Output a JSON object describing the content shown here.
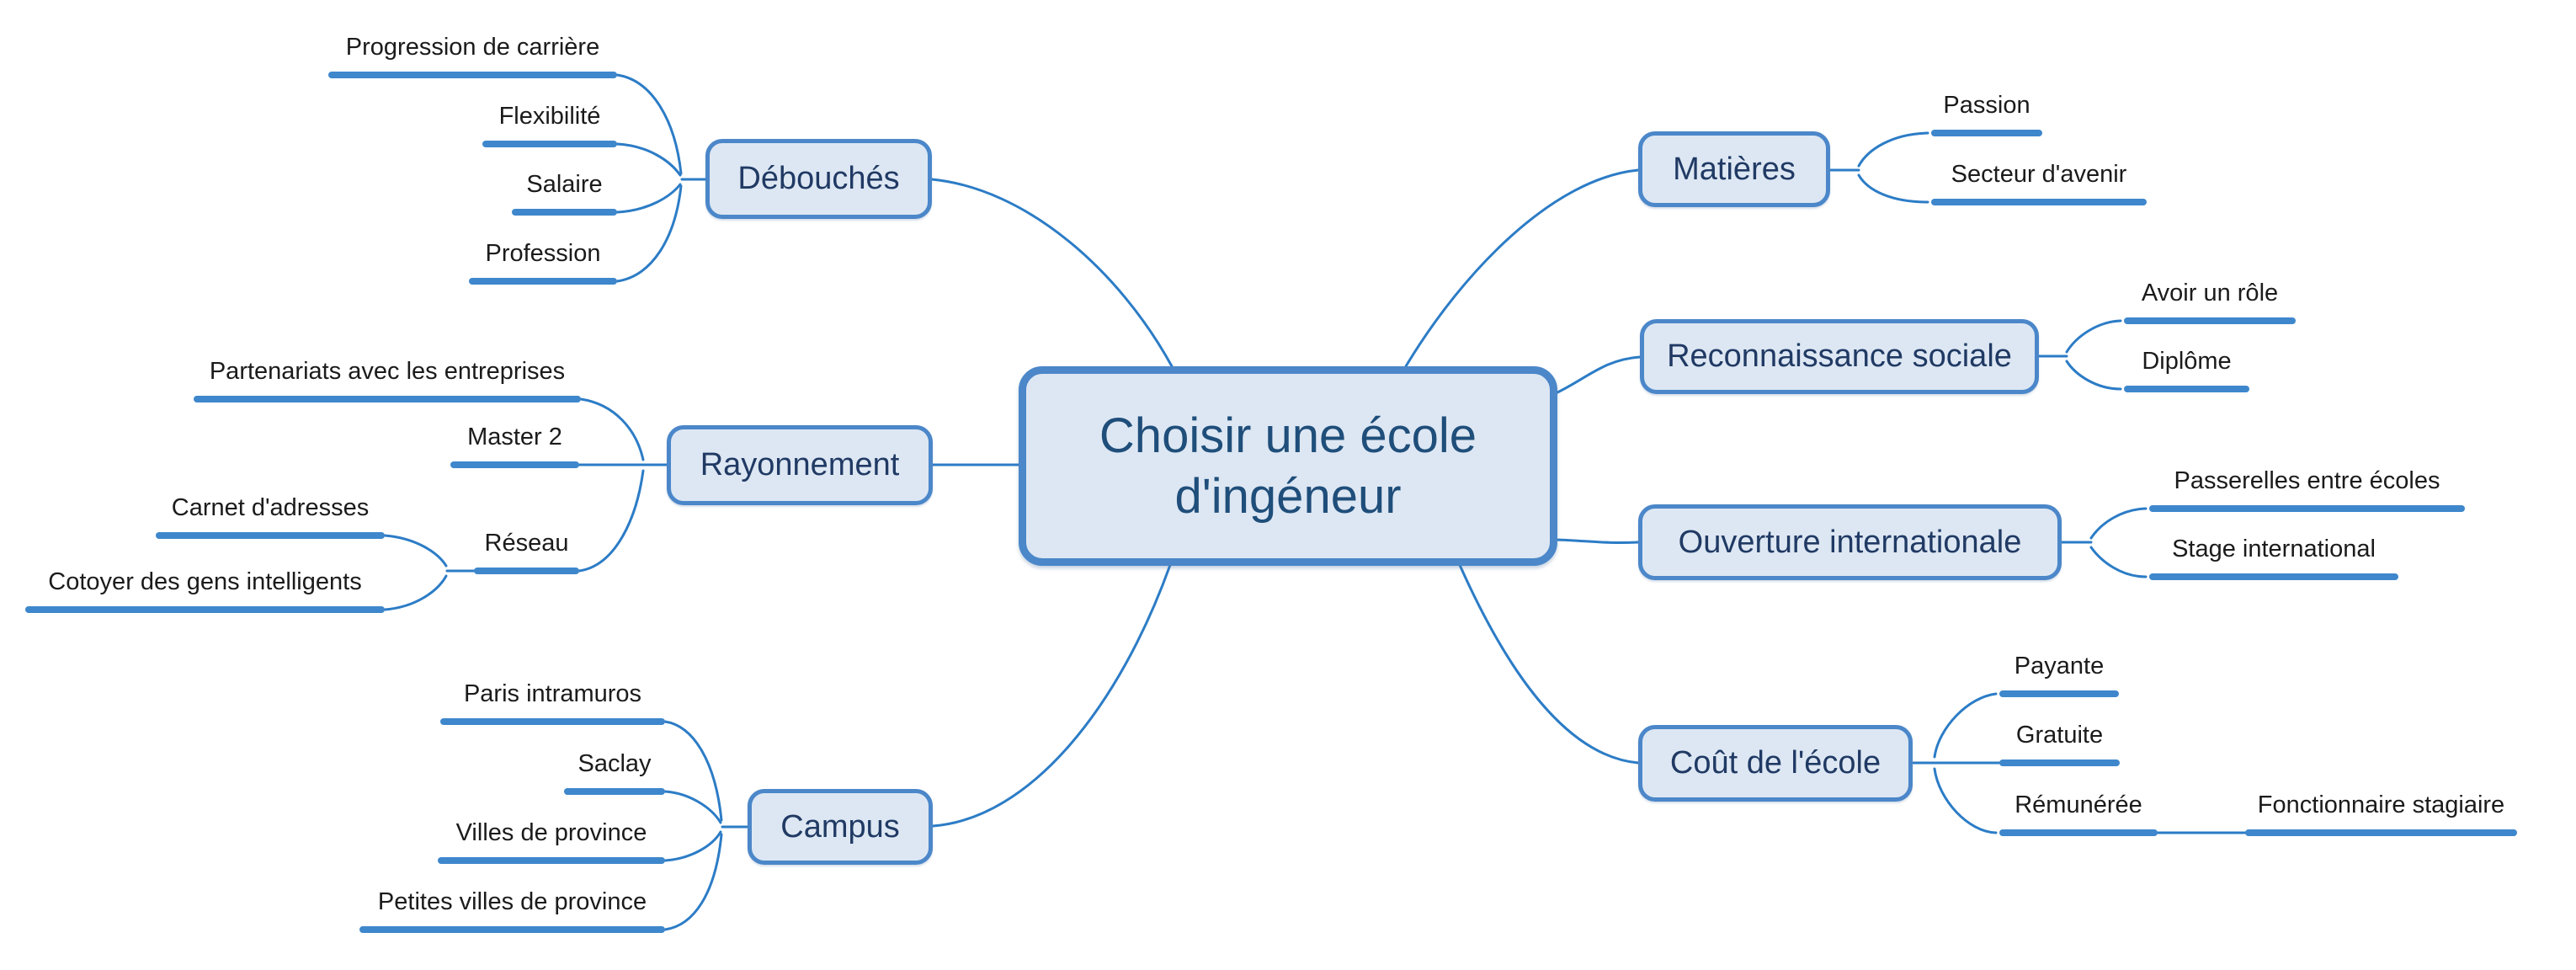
{
  "central": {
    "label": "Choisir une école d'ingéneur"
  },
  "branches": [
    {
      "label": "Débouchés",
      "children": [
        {
          "label": "Progression de carrière"
        },
        {
          "label": "Flexibilité"
        },
        {
          "label": "Salaire"
        },
        {
          "label": "Profession"
        }
      ]
    },
    {
      "label": "Rayonnement",
      "children": [
        {
          "label": "Partenariats avec les entreprises"
        },
        {
          "label": "Master 2"
        },
        {
          "label": "Réseau",
          "children": [
            {
              "label": "Carnet d'adresses"
            },
            {
              "label": "Cotoyer des gens intelligents"
            }
          ]
        }
      ]
    },
    {
      "label": "Campus",
      "children": [
        {
          "label": "Paris intramuros"
        },
        {
          "label": "Saclay"
        },
        {
          "label": "Villes de province"
        },
        {
          "label": "Petites villes de province"
        }
      ]
    },
    {
      "label": "Matières",
      "children": [
        {
          "label": "Passion"
        },
        {
          "label": "Secteur d'avenir"
        }
      ]
    },
    {
      "label": "Reconnaissance sociale",
      "children": [
        {
          "label": "Avoir un rôle"
        },
        {
          "label": "Diplôme"
        }
      ]
    },
    {
      "label": "Ouverture internationale",
      "children": [
        {
          "label": "Passerelles entre écoles"
        },
        {
          "label": "Stage international"
        }
      ]
    },
    {
      "label": "Coût de l'école",
      "children": [
        {
          "label": "Payante"
        },
        {
          "label": "Gratuite"
        },
        {
          "label": "Rémunérée",
          "children": [
            {
              "label": "Fonctionnaire stagiaire"
            }
          ]
        }
      ]
    }
  ],
  "colors": {
    "background": "#ffffff",
    "node_fill": "#dde7f3",
    "node_border": "#4b87c9",
    "central_text": "#1f4e7a",
    "node_text": "#203a64",
    "child_text": "#1b1b1b",
    "line": "#2c7cc6",
    "bar": "#3e87cc"
  }
}
